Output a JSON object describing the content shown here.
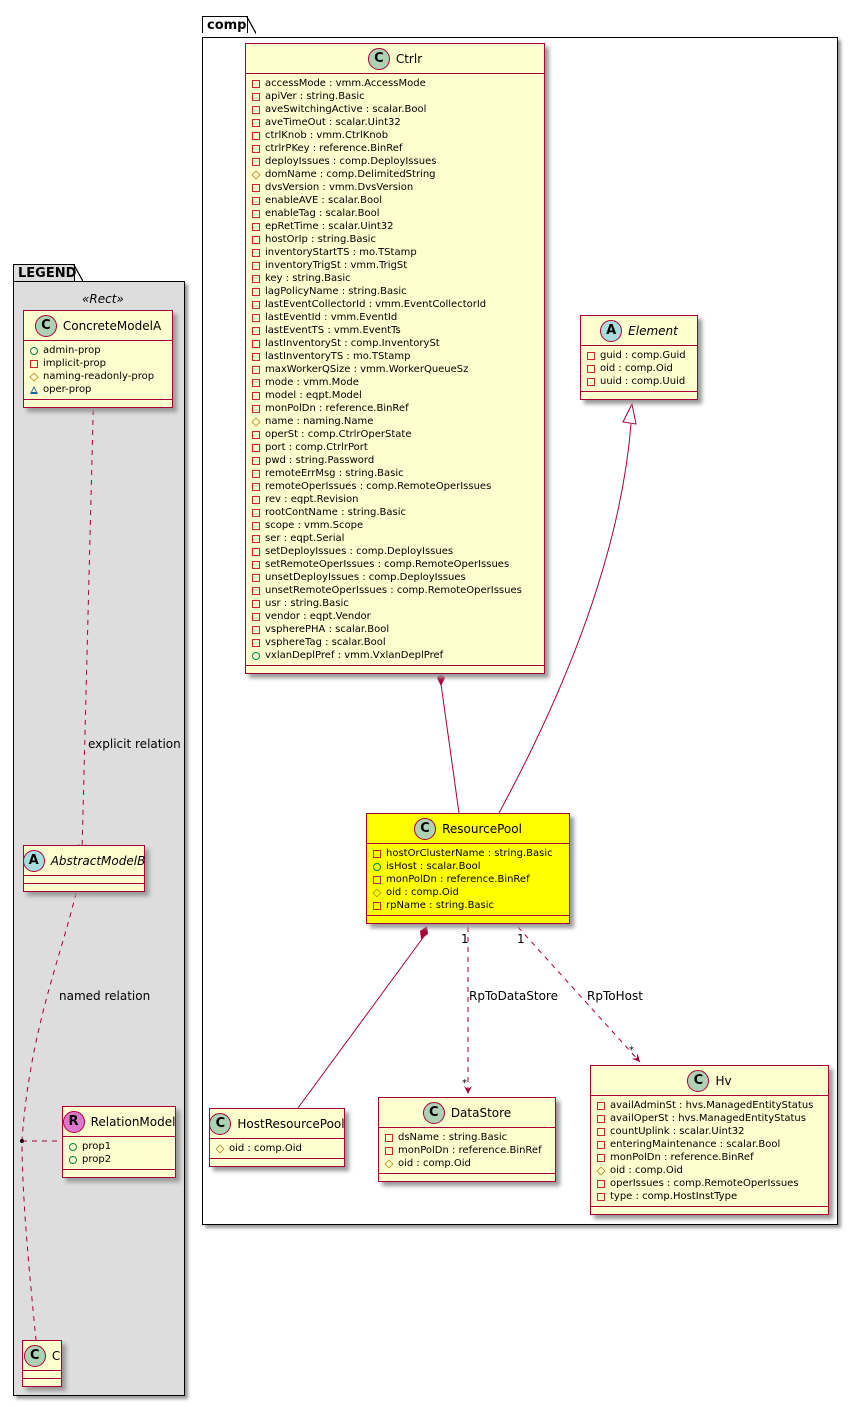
{
  "legend": {
    "package_name": "LEGEND",
    "stereotype": "«Rect»",
    "concrete": {
      "kind": "C",
      "name": "ConcreteModelA",
      "attrs": [
        {
          "vis": "public",
          "text": "admin-prop"
        },
        {
          "vis": "private",
          "text": "implicit-prop"
        },
        {
          "vis": "protected",
          "text": "naming-readonly-prop"
        },
        {
          "vis": "package",
          "text": "oper-prop"
        }
      ]
    },
    "abstract": {
      "kind": "A",
      "name": "AbstractModelB"
    },
    "relation_model": {
      "kind": "R",
      "name": "RelationModel",
      "attrs": [
        {
          "vis": "public",
          "text": "prop1"
        },
        {
          "vis": "public",
          "text": "prop2"
        }
      ]
    },
    "c_class": {
      "kind": "C",
      "name": "C"
    },
    "explicit_relation_label": "explicit relation",
    "named_relation_label": "named relation"
  },
  "comp": {
    "package_name": "comp",
    "ctrlr": {
      "kind": "C",
      "name": "Ctrlr",
      "attrs": [
        {
          "vis": "private",
          "text": "accessMode : vmm.AccessMode"
        },
        {
          "vis": "private",
          "text": "apiVer : string.Basic"
        },
        {
          "vis": "private",
          "text": "aveSwitchingActive : scalar.Bool"
        },
        {
          "vis": "private",
          "text": "aveTimeOut : scalar.Uint32"
        },
        {
          "vis": "private",
          "text": "ctrlKnob : vmm.CtrlKnob"
        },
        {
          "vis": "private",
          "text": "ctrlrPKey : reference.BinRef"
        },
        {
          "vis": "private",
          "text": "deployIssues : comp.DeployIssues"
        },
        {
          "vis": "protected",
          "text": "domName : comp.DelimitedString"
        },
        {
          "vis": "private",
          "text": "dvsVersion : vmm.DvsVersion"
        },
        {
          "vis": "private",
          "text": "enableAVE : scalar.Bool"
        },
        {
          "vis": "private",
          "text": "enableTag : scalar.Bool"
        },
        {
          "vis": "private",
          "text": "epRetTime : scalar.Uint32"
        },
        {
          "vis": "private",
          "text": "hostOrIp : string.Basic"
        },
        {
          "vis": "private",
          "text": "inventoryStartTS : mo.TStamp"
        },
        {
          "vis": "private",
          "text": "inventoryTrigSt : vmm.TrigSt"
        },
        {
          "vis": "private",
          "text": "key : string.Basic"
        },
        {
          "vis": "private",
          "text": "lagPolicyName : string.Basic"
        },
        {
          "vis": "private",
          "text": "lastEventCollectorId : vmm.EventCollectorId"
        },
        {
          "vis": "private",
          "text": "lastEventId : vmm.EventId"
        },
        {
          "vis": "private",
          "text": "lastEventTS : vmm.EventTs"
        },
        {
          "vis": "private",
          "text": "lastInventorySt : comp.InventorySt"
        },
        {
          "vis": "private",
          "text": "lastInventoryTS : mo.TStamp"
        },
        {
          "vis": "private",
          "text": "maxWorkerQSize : vmm.WorkerQueueSz"
        },
        {
          "vis": "private",
          "text": "mode : vmm.Mode"
        },
        {
          "vis": "private",
          "text": "model : eqpt.Model"
        },
        {
          "vis": "private",
          "text": "monPolDn : reference.BinRef"
        },
        {
          "vis": "protected",
          "text": "name : naming.Name"
        },
        {
          "vis": "private",
          "text": "operSt : comp.CtrlrOperState"
        },
        {
          "vis": "private",
          "text": "port : comp.CtrlrPort"
        },
        {
          "vis": "private",
          "text": "pwd : string.Password"
        },
        {
          "vis": "private",
          "text": "remoteErrMsg : string.Basic"
        },
        {
          "vis": "private",
          "text": "remoteOperIssues : comp.RemoteOperIssues"
        },
        {
          "vis": "private",
          "text": "rev : eqpt.Revision"
        },
        {
          "vis": "private",
          "text": "rootContName : string.Basic"
        },
        {
          "vis": "private",
          "text": "scope : vmm.Scope"
        },
        {
          "vis": "private",
          "text": "ser : eqpt.Serial"
        },
        {
          "vis": "private",
          "text": "setDeployIssues : comp.DeployIssues"
        },
        {
          "vis": "private",
          "text": "setRemoteOperIssues : comp.RemoteOperIssues"
        },
        {
          "vis": "private",
          "text": "unsetDeployIssues : comp.DeployIssues"
        },
        {
          "vis": "private",
          "text": "unsetRemoteOperIssues : comp.RemoteOperIssues"
        },
        {
          "vis": "private",
          "text": "usr : string.Basic"
        },
        {
          "vis": "private",
          "text": "vendor : eqpt.Vendor"
        },
        {
          "vis": "private",
          "text": "vspherePHA : scalar.Bool"
        },
        {
          "vis": "private",
          "text": "vsphereTag : scalar.Bool"
        },
        {
          "vis": "public",
          "text": "vxlanDeplPref : vmm.VxlanDeplPref"
        }
      ]
    },
    "element": {
      "kind": "A",
      "name": "Element",
      "attrs": [
        {
          "vis": "private",
          "text": "guid : comp.Guid"
        },
        {
          "vis": "private",
          "text": "oid : comp.Oid"
        },
        {
          "vis": "private",
          "text": "uuid : comp.Uuid"
        }
      ]
    },
    "resource_pool": {
      "kind": "C",
      "name": "ResourcePool",
      "attrs": [
        {
          "vis": "private",
          "text": "hostOrClusterName : string.Basic"
        },
        {
          "vis": "public",
          "text": "isHost : scalar.Bool"
        },
        {
          "vis": "private",
          "text": "monPolDn : reference.BinRef"
        },
        {
          "vis": "protected",
          "text": "oid : comp.Oid"
        },
        {
          "vis": "private",
          "text": "rpName : string.Basic"
        }
      ]
    },
    "host_resource_pool": {
      "kind": "C",
      "name": "HostResourcePool",
      "attrs": [
        {
          "vis": "protected",
          "text": "oid : comp.Oid"
        }
      ]
    },
    "data_store": {
      "kind": "C",
      "name": "DataStore",
      "attrs": [
        {
          "vis": "private",
          "text": "dsName : string.Basic"
        },
        {
          "vis": "private",
          "text": "monPolDn : reference.BinRef"
        },
        {
          "vis": "protected",
          "text": "oid : comp.Oid"
        }
      ]
    },
    "hv": {
      "kind": "C",
      "name": "Hv",
      "attrs": [
        {
          "vis": "private",
          "text": "availAdminSt : hvs.ManagedEntityStatus"
        },
        {
          "vis": "private",
          "text": "availOperSt : hvs.ManagedEntityStatus"
        },
        {
          "vis": "private",
          "text": "countUplink : scalar.Uint32"
        },
        {
          "vis": "private",
          "text": "enteringMaintenance : scalar.Bool"
        },
        {
          "vis": "private",
          "text": "monPolDn : reference.BinRef"
        },
        {
          "vis": "protected",
          "text": "oid : comp.Oid"
        },
        {
          "vis": "private",
          "text": "operIssues : comp.RemoteOperIssues"
        },
        {
          "vis": "private",
          "text": "type : comp.HostInstType"
        }
      ]
    },
    "relations": {
      "rp_to_datastore": {
        "label": "RpToDataStore",
        "from_mult": "1",
        "to_mult": "*"
      },
      "rp_to_host": {
        "label": "RpToHost",
        "from_mult": "1",
        "to_mult": "*"
      }
    }
  },
  "colors": {
    "class_fill": "#fefece",
    "class_border": "#a80036",
    "highlight_fill": "#ffff00",
    "legend_fill": "#dddddd",
    "badge_class": "#add1b2",
    "badge_abstract": "#a9dcdf",
    "badge_relation": "#db78cc"
  }
}
